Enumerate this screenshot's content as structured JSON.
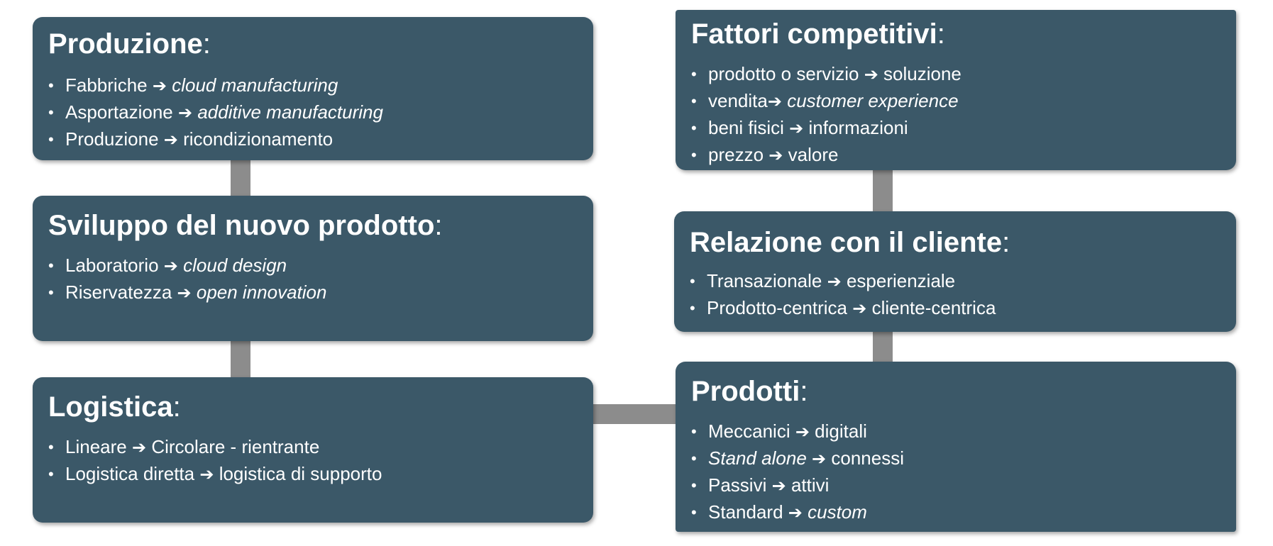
{
  "boxes": {
    "produzione": {
      "title": "Produzione",
      "items": [
        {
          "from": "Fabbriche",
          "to": "cloud manufacturing"
        },
        {
          "from": "Asportazione",
          "to": "additive manufacturing"
        },
        {
          "from": "Produzione",
          "to": "ricondizionamento"
        }
      ]
    },
    "sviluppo": {
      "title": "Sviluppo del nuovo prodotto",
      "items": [
        {
          "from": "Laboratorio",
          "to": "cloud design"
        },
        {
          "from": "Riservatezza",
          "to": "open innovation"
        }
      ]
    },
    "logistica": {
      "title": "Logistica",
      "items": [
        {
          "from": "Lineare",
          "to": "Circolare - rientrante"
        },
        {
          "from": "Logistica diretta",
          "to": "logistica di supporto"
        }
      ]
    },
    "fattori": {
      "title": "Fattori competitivi",
      "items": [
        {
          "from": "prodotto o servizio",
          "to": "soluzione"
        },
        {
          "from": "vendita",
          "to": "customer experience"
        },
        {
          "from": "beni fisici",
          "to": "informazioni"
        },
        {
          "from": "prezzo",
          "to": "valore"
        }
      ]
    },
    "relazione": {
      "title": "Relazione con il cliente",
      "items": [
        {
          "from": "Transazionale",
          "to": "esperienziale"
        },
        {
          "from": "Prodotto-centrica",
          "to": "cliente-centrica"
        }
      ]
    },
    "prodotti": {
      "title": "Prodotti",
      "items": [
        {
          "from": "Meccanici",
          "to": "digitali"
        },
        {
          "from": "Stand alone",
          "to": "connessi"
        },
        {
          "from": "Passivi",
          "to": "attivi"
        },
        {
          "from": "Standard",
          "to": "custom"
        }
      ]
    }
  },
  "symbols": {
    "colon": ":",
    "arrow": "➔"
  }
}
